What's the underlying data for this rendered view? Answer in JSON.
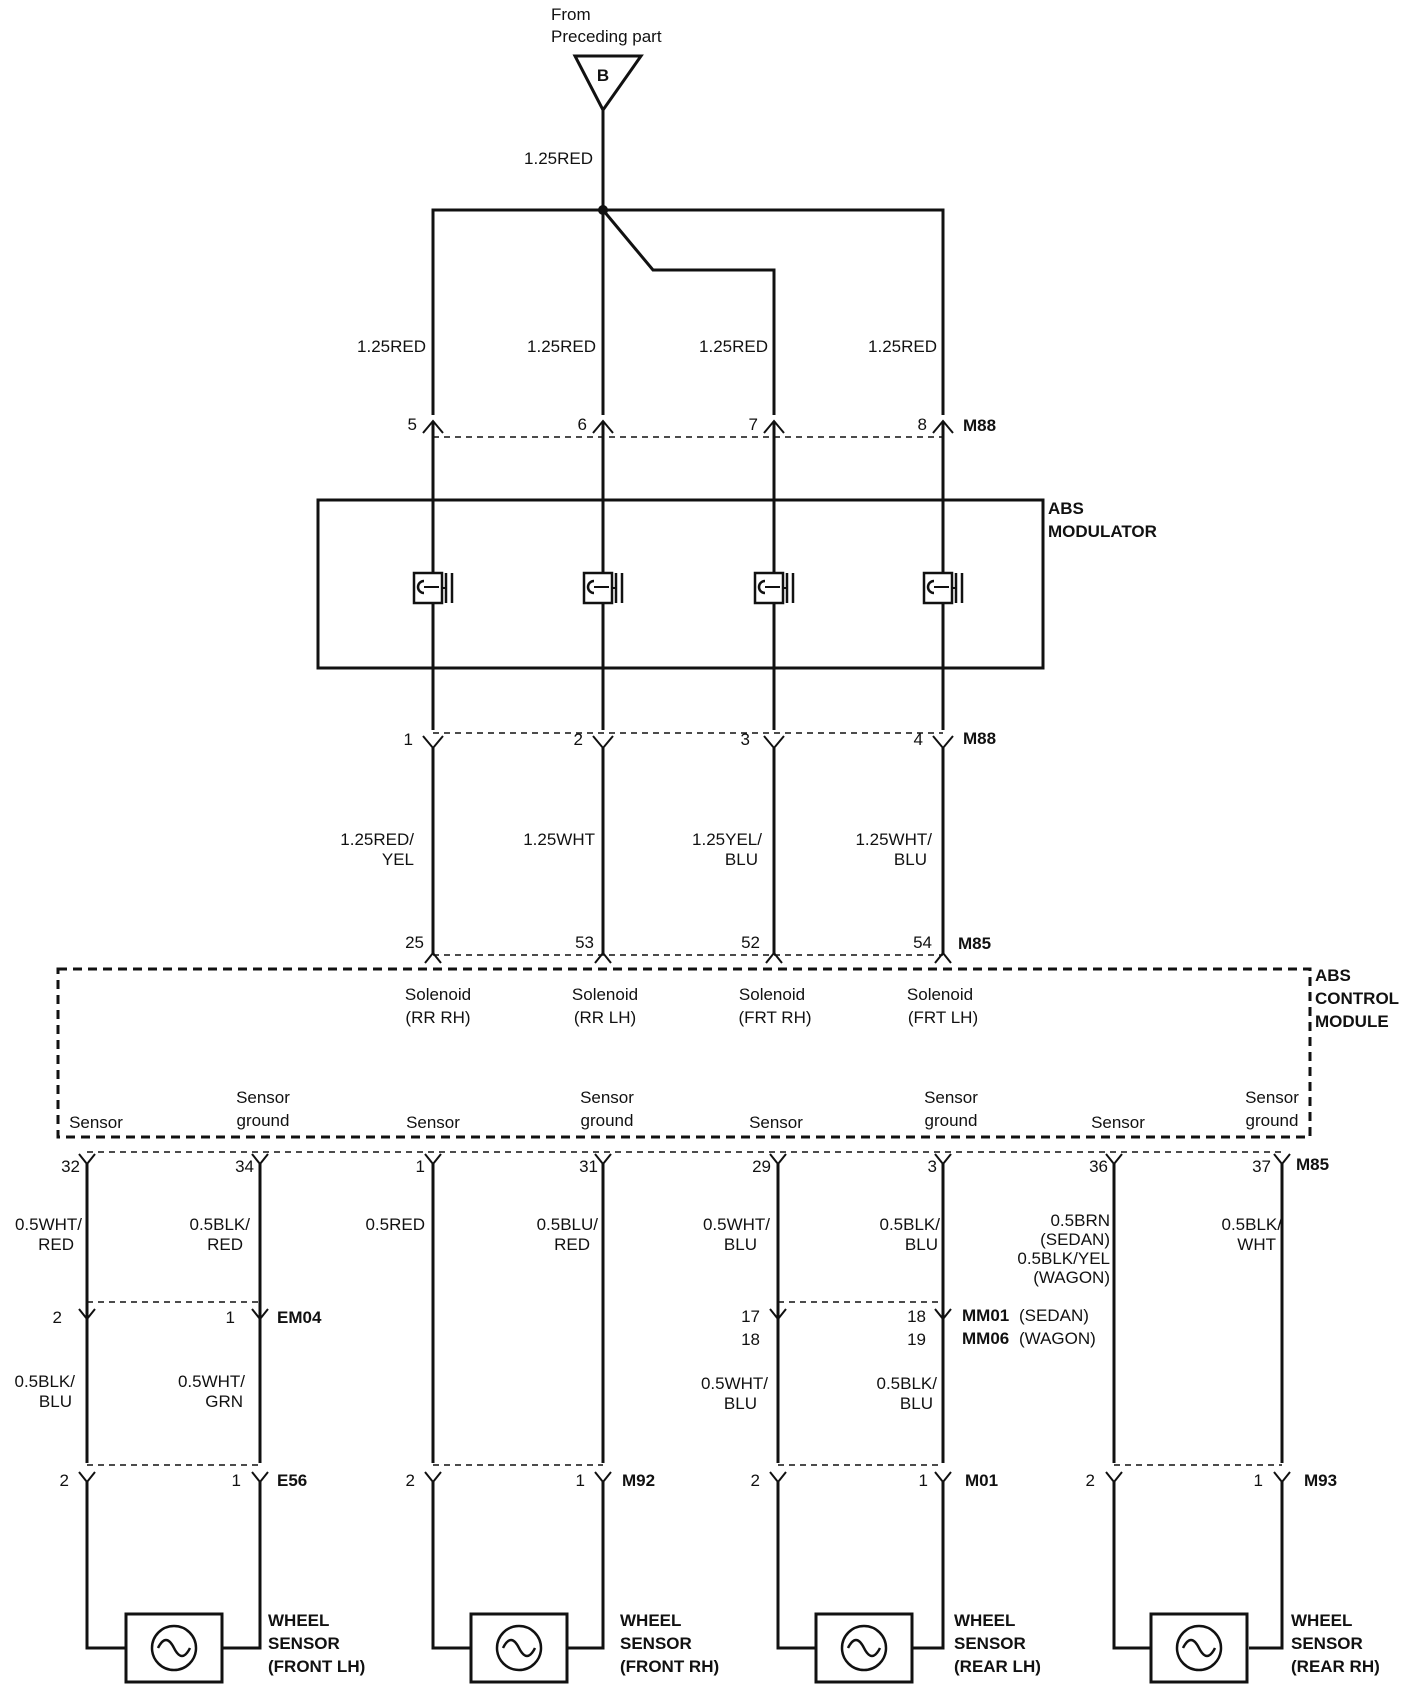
{
  "source": {
    "from_label_1": "From",
    "from_label_2": "Preceding part",
    "connector_letter": "B"
  },
  "top_wire": "1.25RED",
  "supply_wires": [
    "1.25RED",
    "1.25RED",
    "1.25RED",
    "1.25RED"
  ],
  "connector_m88_top": {
    "name": "M88",
    "pins": [
      "5",
      "6",
      "7",
      "8"
    ]
  },
  "abs_modulator": {
    "line1": "ABS",
    "line2": "MODULATOR"
  },
  "connector_m88_bottom": {
    "name": "M88",
    "pins": [
      "1",
      "2",
      "3",
      "4"
    ]
  },
  "solenoid_wires": [
    {
      "line1": "1.25RED/",
      "line2": "YEL"
    },
    {
      "line1": "1.25WHT",
      "line2": ""
    },
    {
      "line1": "1.25YEL/",
      "line2": "BLU"
    },
    {
      "line1": "1.25WHT/",
      "line2": "BLU"
    }
  ],
  "connector_m85_top": {
    "name": "M85",
    "pins": [
      "25",
      "53",
      "52",
      "54"
    ]
  },
  "abs_control_module": {
    "line1": "ABS",
    "line2": "CONTROL",
    "line3": "MODULE"
  },
  "solenoids": [
    {
      "line1": "Solenoid",
      "line2": "(RR RH)"
    },
    {
      "line1": "Solenoid",
      "line2": "(RR LH)"
    },
    {
      "line1": "Solenoid",
      "line2": "(FRT RH)"
    },
    {
      "line1": "Solenoid",
      "line2": "(FRT LH)"
    }
  ],
  "sensor_terminals": [
    {
      "line1": "Sensor",
      "line2": ""
    },
    {
      "line1": "Sensor",
      "line2": "ground"
    },
    {
      "line1": "Sensor",
      "line2": ""
    },
    {
      "line1": "Sensor",
      "line2": "ground"
    },
    {
      "line1": "Sensor",
      "line2": ""
    },
    {
      "line1": "Sensor",
      "line2": "ground"
    },
    {
      "line1": "Sensor",
      "line2": ""
    },
    {
      "line1": "Sensor",
      "line2": "ground"
    }
  ],
  "connector_m85_bottom": {
    "name": "M85",
    "pins": [
      "32",
      "34",
      "1",
      "31",
      "29",
      "3",
      "36",
      "37"
    ]
  },
  "sensor_wires_upper": [
    {
      "line1": "0.5WHT/",
      "line2": "RED"
    },
    {
      "line1": "0.5BLK/",
      "line2": "RED"
    },
    {
      "line1": "0.5RED",
      "line2": ""
    },
    {
      "line1": "0.5BLU/",
      "line2": "RED"
    },
    {
      "line1": "0.5WHT/",
      "line2": "BLU"
    },
    {
      "line1": "0.5BLK/",
      "line2": "BLU"
    },
    {
      "line1": "0.5BRN",
      "line2": "(SEDAN)",
      "line3": "0.5BLK/YEL",
      "line4": "(WAGON)"
    },
    {
      "line1": "0.5BLK/",
      "line2": "WHT"
    }
  ],
  "connector_em04": {
    "name": "EM04",
    "pins": [
      "2",
      "1"
    ]
  },
  "connector_mm01": {
    "name": "MM01",
    "variant": "(SEDAN)",
    "pins": [
      "17",
      "18"
    ]
  },
  "connector_mm06": {
    "name": "MM06",
    "variant": "(WAGON)",
    "pins": [
      "18",
      "19"
    ]
  },
  "sensor_wires_lower": [
    {
      "line1": "0.5BLK/",
      "line2": "BLU"
    },
    {
      "line1": "0.5WHT/",
      "line2": "GRN"
    },
    {
      "line1": "0.5WHT/",
      "line2": "BLU"
    },
    {
      "line1": "0.5BLK/",
      "line2": "BLU"
    }
  ],
  "sensor_connectors": [
    {
      "name": "E56",
      "pins": [
        "2",
        "1"
      ]
    },
    {
      "name": "M92",
      "pins": [
        "2",
        "1"
      ]
    },
    {
      "name": "M01",
      "pins": [
        "2",
        "1"
      ]
    },
    {
      "name": "M93",
      "pins": [
        "2",
        "1"
      ]
    }
  ],
  "wheel_sensors": [
    {
      "line1": "WHEEL",
      "line2": "SENSOR",
      "line3": "(FRONT LH)"
    },
    {
      "line1": "WHEEL",
      "line2": "SENSOR",
      "line3": "(FRONT RH)"
    },
    {
      "line1": "WHEEL",
      "line2": "SENSOR",
      "line3": "(REAR LH)"
    },
    {
      "line1": "WHEEL",
      "line2": "SENSOR",
      "line3": "(REAR RH)"
    }
  ]
}
